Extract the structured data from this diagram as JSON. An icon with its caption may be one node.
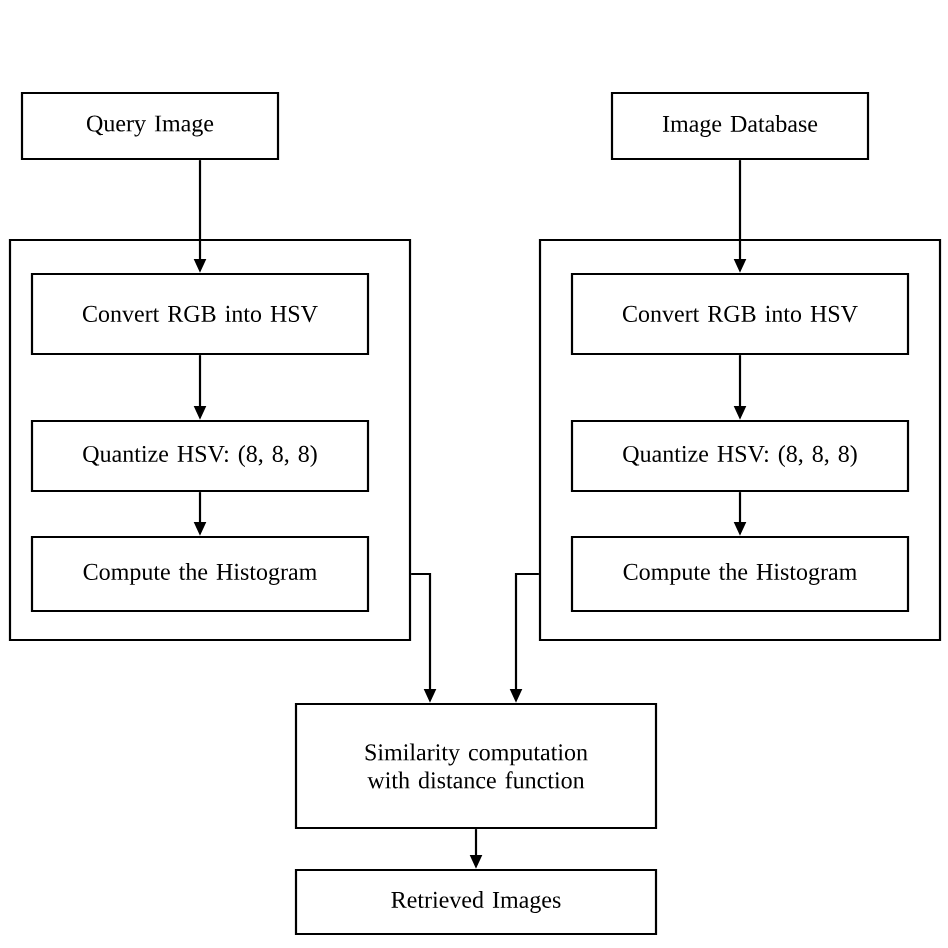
{
  "diagram": {
    "nodes": [
      {
        "text": [
          "Query Image"
        ]
      },
      {
        "text": [],
        "shape": "box"
      },
      {
        "text": [
          "Convert RGB into HSV"
        ],
        "in": 1
      },
      {
        "text": [
          "Quantize HSV: (8, 8, 8)"
        ],
        "in": 1
      },
      {
        "text": [
          "Compute the Histogram"
        ],
        "in": 1
      },
      {
        "text": [
          "Image Database"
        ]
      },
      {
        "text": [],
        "shape": "box"
      },
      {
        "text": [
          "Convert RGB into HSV"
        ],
        "in": 6
      },
      {
        "text": [
          "Quantize HSV: (8, 8, 8)"
        ],
        "in": 6
      },
      {
        "text": [
          "Compute the Histogram"
        ],
        "in": 6
      },
      {
        "text": [
          "Similarity computation with distance function"
        ]
      },
      {
        "text": [
          "Retrieved Images"
        ]
      }
    ],
    "edges": [
      {
        "from": 0,
        "to": 2,
        "arrow": "to"
      },
      {
        "from": 2,
        "to": 3,
        "arrow": "to"
      },
      {
        "from": 3,
        "to": 4,
        "arrow": "to"
      },
      {
        "from": 5,
        "to": 7,
        "arrow": "to"
      },
      {
        "from": 7,
        "to": 8,
        "arrow": "to"
      },
      {
        "from": 8,
        "to": 9,
        "arrow": "to"
      },
      {
        "from": 1,
        "to": 10,
        "arrow": "to"
      },
      {
        "from": 6,
        "to": 10,
        "arrow": "to"
      },
      {
        "from": 10,
        "to": 11,
        "arrow": "to"
      }
    ]
  }
}
